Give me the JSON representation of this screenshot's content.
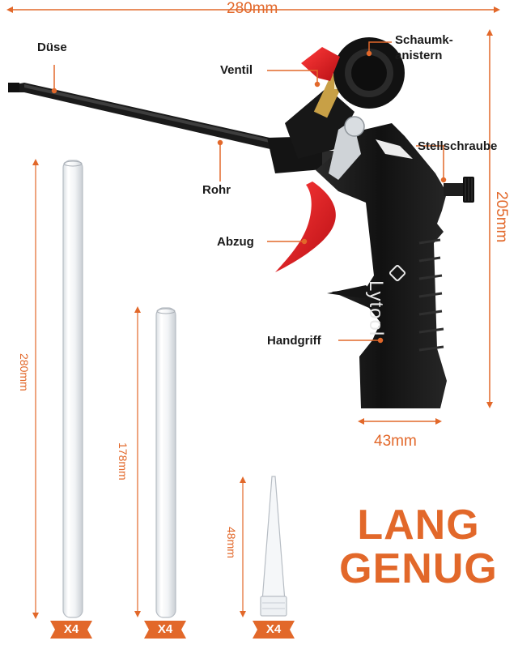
{
  "dimensions": {
    "gun_length": "280mm",
    "gun_height": "205mm",
    "handle_width": "43mm",
    "tube_long": "280mm",
    "tube_short": "178mm",
    "nozzle": "48mm"
  },
  "parts": {
    "duese": "Düse",
    "ventil": "Ventil",
    "schaumkanister": "Schaumk-\nanistern",
    "stellschraube": "Stellschraube",
    "rohr": "Rohr",
    "abzug": "Abzug",
    "handgriff": "Handgriff"
  },
  "brand": "Lytool",
  "headline": {
    "line1": "LANG",
    "line2": "GENUG"
  },
  "badges": {
    "tube_long": "X4",
    "tube_short": "X4",
    "nozzle": "X4"
  },
  "colors": {
    "accent": "#e2682a",
    "trigger_red": "#d6141c",
    "gun_body": "#141414"
  }
}
